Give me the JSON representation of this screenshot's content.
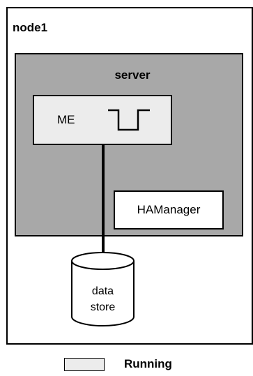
{
  "node": {
    "label": "node1"
  },
  "server": {
    "label": "server",
    "fill_color": "#a8a8a8"
  },
  "messaging_engine": {
    "label": "ME",
    "fill_color": "#ececec"
  },
  "ha_manager": {
    "label": "HAManager"
  },
  "datastore": {
    "line1": "data",
    "line2": "store"
  },
  "legend": {
    "label": "Running",
    "swatch_color": "#ececec"
  },
  "icons": {
    "switch": "switch-toggle-icon",
    "datastore": "cylinder-database-icon"
  }
}
